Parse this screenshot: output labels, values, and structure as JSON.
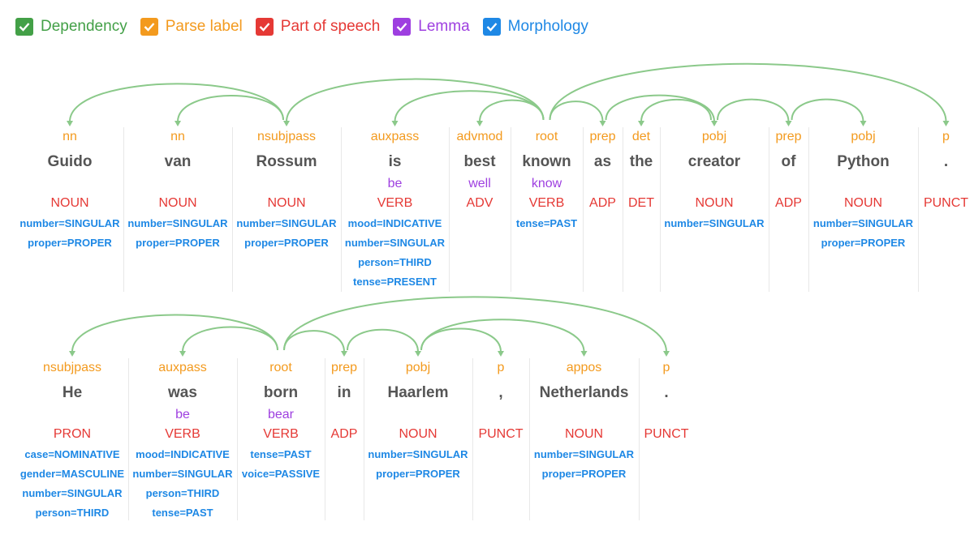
{
  "legend": [
    {
      "label": "Dependency",
      "color": "#43a047",
      "icon": "checkbox-checked-icon"
    },
    {
      "label": "Parse label",
      "color": "#f39a1e",
      "icon": "checkbox-checked-icon"
    },
    {
      "label": "Part of speech",
      "color": "#e53935",
      "icon": "checkbox-checked-icon"
    },
    {
      "label": "Lemma",
      "color": "#9e3fe0",
      "icon": "checkbox-checked-icon"
    },
    {
      "label": "Morphology",
      "color": "#1e88e5",
      "icon": "checkbox-checked-icon"
    }
  ],
  "colors": {
    "arc": "#8bc98a",
    "label": "#f39a1e",
    "word": "#555555",
    "lemma": "#9e3fe0",
    "pos": "#e53935",
    "morph": "#1e88e5"
  },
  "sentences": [
    {
      "tokens": [
        {
          "word": "Guido",
          "label": "nn",
          "pos": "NOUN",
          "lemma": "",
          "morph": [
            "number=SINGULAR",
            "proper=PROPER"
          ]
        },
        {
          "word": "van",
          "label": "nn",
          "pos": "NOUN",
          "lemma": "",
          "morph": [
            "number=SINGULAR",
            "proper=PROPER"
          ]
        },
        {
          "word": "Rossum",
          "label": "nsubjpass",
          "pos": "NOUN",
          "lemma": "",
          "morph": [
            "number=SINGULAR",
            "proper=PROPER"
          ]
        },
        {
          "word": "is",
          "label": "auxpass",
          "pos": "VERB",
          "lemma": "be",
          "morph": [
            "mood=INDICATIVE",
            "number=SINGULAR",
            "person=THIRD",
            "tense=PRESENT"
          ]
        },
        {
          "word": "best",
          "label": "advmod",
          "pos": "ADV",
          "lemma": "well",
          "morph": []
        },
        {
          "word": "known",
          "label": "root",
          "pos": "VERB",
          "lemma": "know",
          "morph": [
            "tense=PAST"
          ]
        },
        {
          "word": "as",
          "label": "prep",
          "pos": "ADP",
          "lemma": "",
          "morph": []
        },
        {
          "word": "the",
          "label": "det",
          "pos": "DET",
          "lemma": "",
          "morph": []
        },
        {
          "word": "creator",
          "label": "pobj",
          "pos": "NOUN",
          "lemma": "",
          "morph": [
            "number=SINGULAR"
          ]
        },
        {
          "word": "of",
          "label": "prep",
          "pos": "ADP",
          "lemma": "",
          "morph": []
        },
        {
          "word": "Python",
          "label": "pobj",
          "pos": "NOUN",
          "lemma": "",
          "morph": [
            "number=SINGULAR",
            "proper=PROPER"
          ]
        },
        {
          "word": ".",
          "label": "p",
          "pos": "PUNCT",
          "lemma": "",
          "morph": []
        }
      ],
      "arcs": [
        [
          2,
          0
        ],
        [
          2,
          1
        ],
        [
          5,
          2
        ],
        [
          5,
          3
        ],
        [
          5,
          4
        ],
        [
          5,
          6
        ],
        [
          5,
          11
        ],
        [
          6,
          8
        ],
        [
          8,
          7
        ],
        [
          8,
          9
        ],
        [
          9,
          10
        ]
      ]
    },
    {
      "tokens": [
        {
          "word": "He",
          "label": "nsubjpass",
          "pos": "PRON",
          "lemma": "",
          "morph": [
            "case=NOMINATIVE",
            "gender=MASCULINE",
            "number=SINGULAR",
            "person=THIRD"
          ]
        },
        {
          "word": "was",
          "label": "auxpass",
          "pos": "VERB",
          "lemma": "be",
          "morph": [
            "mood=INDICATIVE",
            "number=SINGULAR",
            "person=THIRD",
            "tense=PAST"
          ]
        },
        {
          "word": "born",
          "label": "root",
          "pos": "VERB",
          "lemma": "bear",
          "morph": [
            "tense=PAST",
            "voice=PASSIVE"
          ]
        },
        {
          "word": "in",
          "label": "prep",
          "pos": "ADP",
          "lemma": "",
          "morph": []
        },
        {
          "word": "Haarlem",
          "label": "pobj",
          "pos": "NOUN",
          "lemma": "",
          "morph": [
            "number=SINGULAR",
            "proper=PROPER"
          ]
        },
        {
          "word": ",",
          "label": "p",
          "pos": "PUNCT",
          "lemma": "",
          "morph": []
        },
        {
          "word": "Netherlands",
          "label": "appos",
          "pos": "NOUN",
          "lemma": "",
          "morph": [
            "number=SINGULAR",
            "proper=PROPER"
          ]
        },
        {
          "word": ".",
          "label": "p",
          "pos": "PUNCT",
          "lemma": "",
          "morph": []
        }
      ],
      "arcs": [
        [
          2,
          0
        ],
        [
          2,
          1
        ],
        [
          2,
          3
        ],
        [
          2,
          7
        ],
        [
          3,
          4
        ],
        [
          4,
          5
        ],
        [
          4,
          6
        ]
      ]
    }
  ]
}
